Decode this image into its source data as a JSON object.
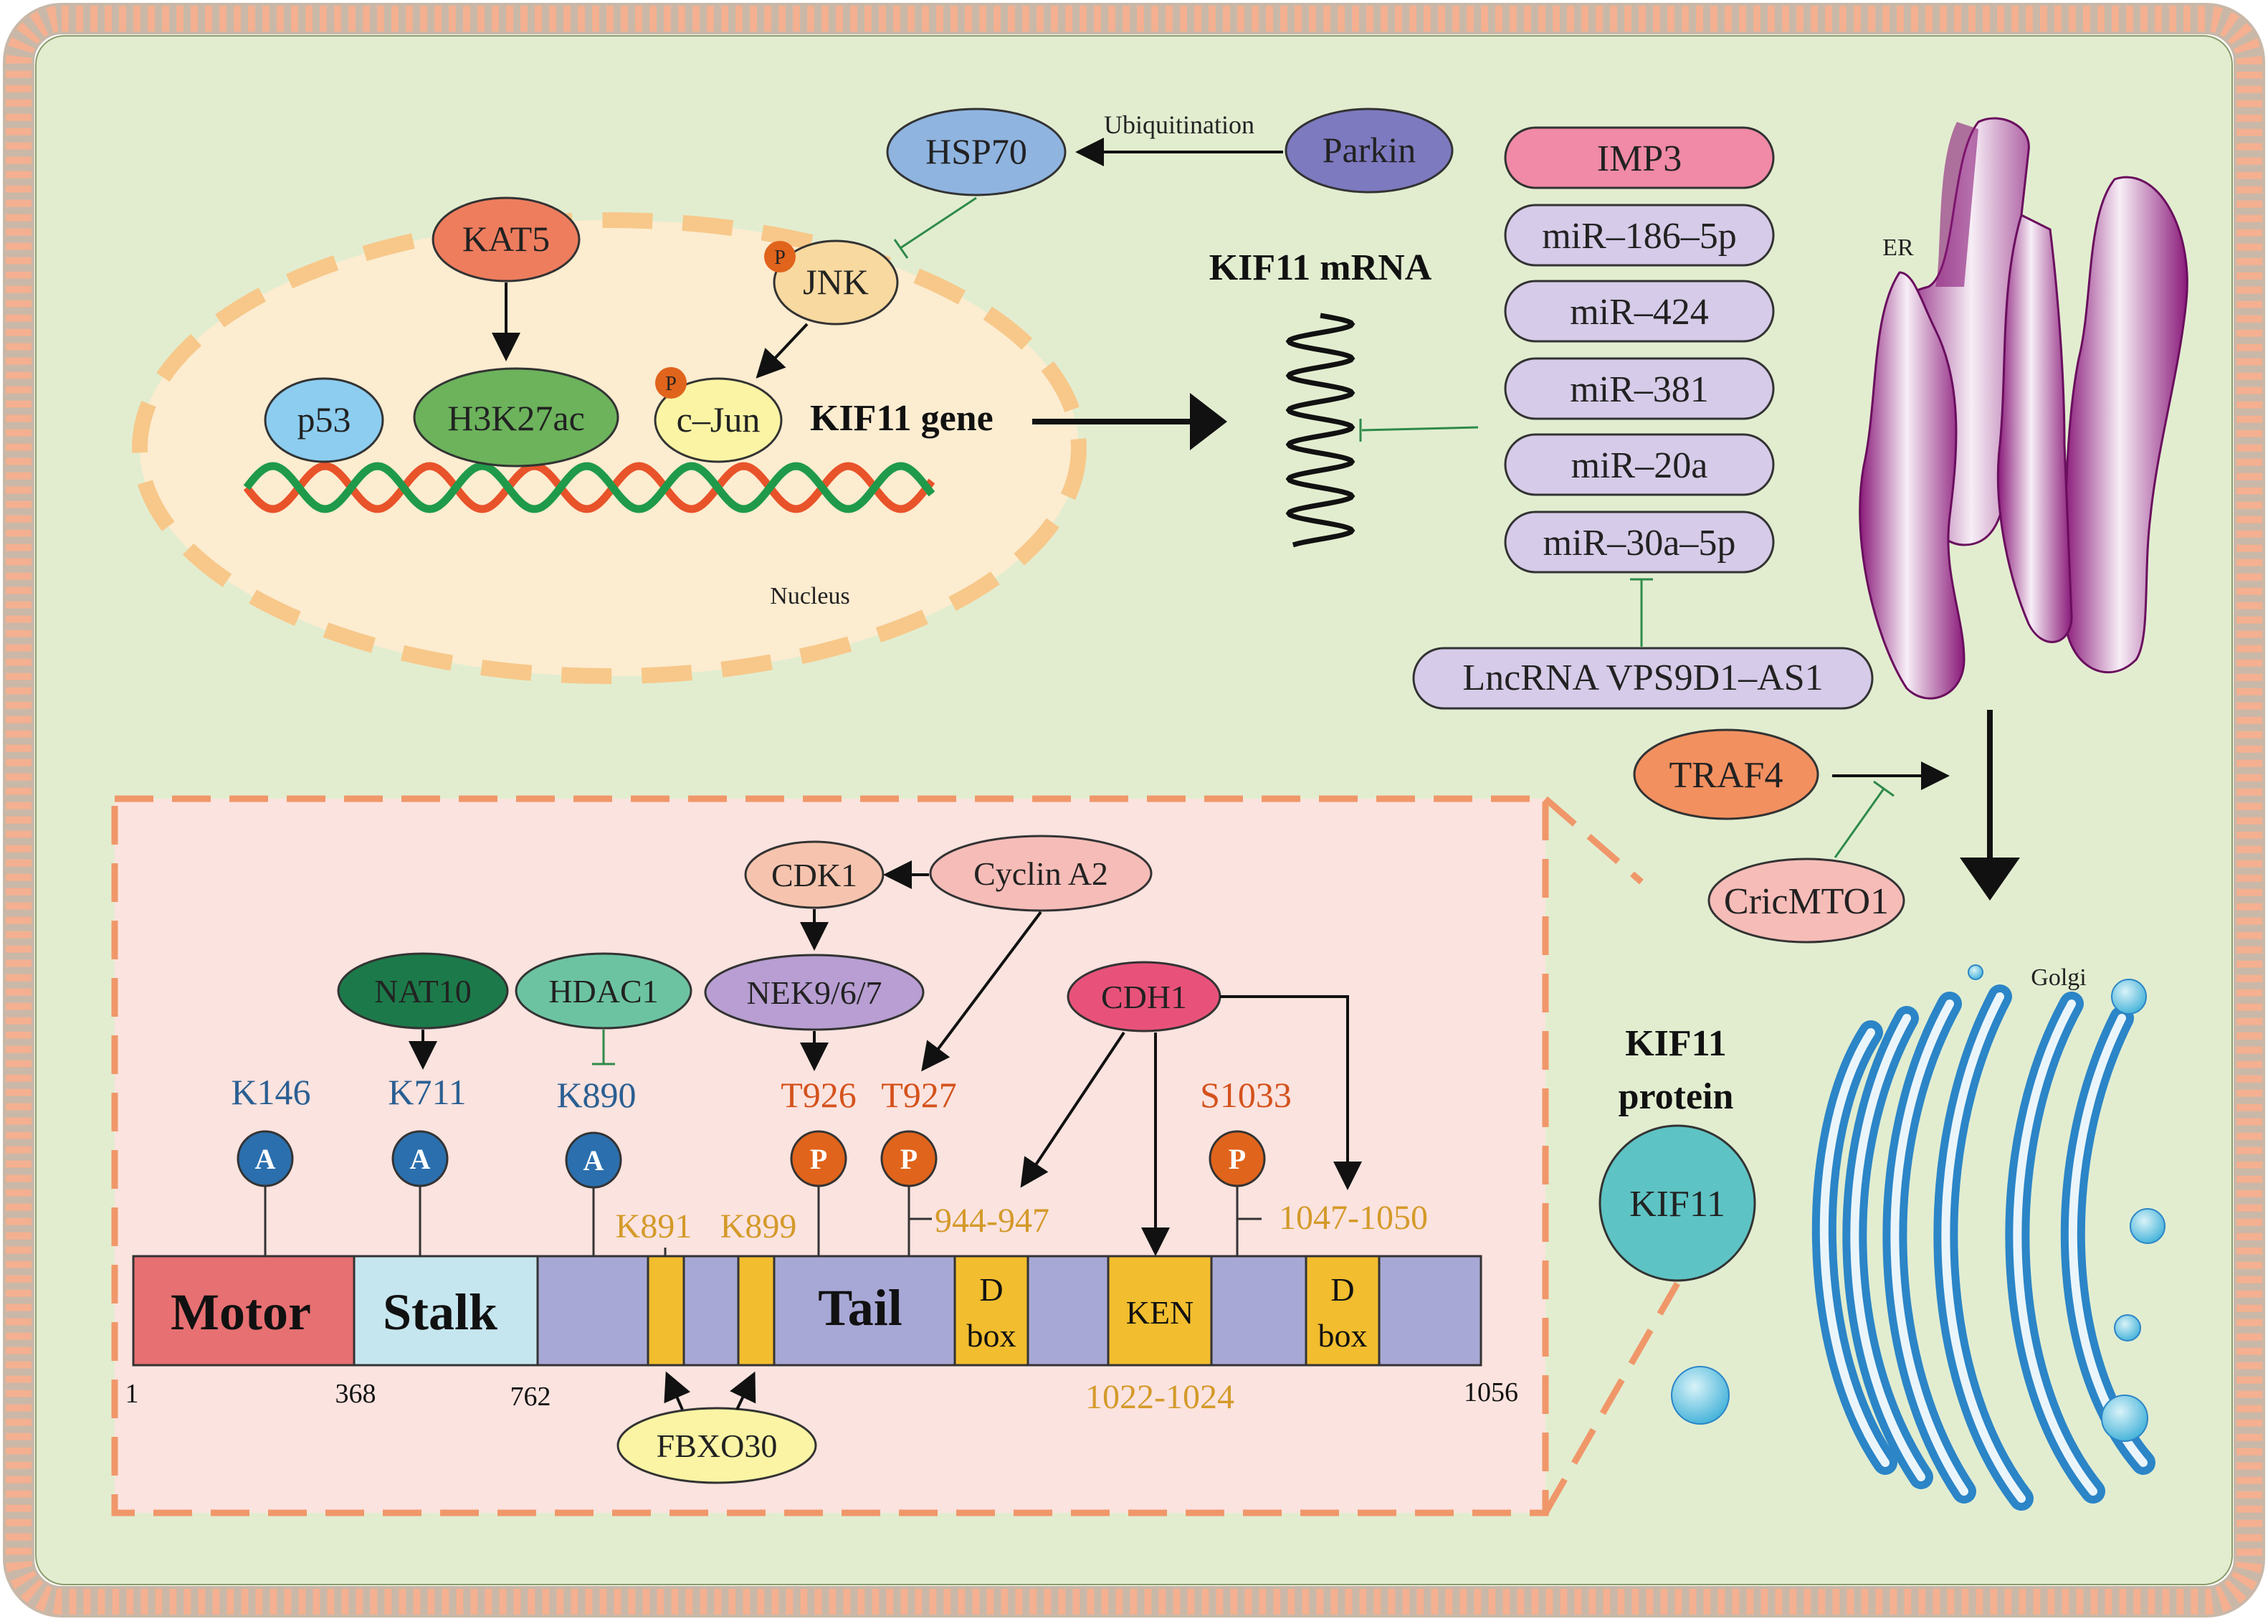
{
  "labels": {
    "ubiquitination": "Ubiquitination",
    "parkin": "Parkin",
    "hsp70": "HSP70",
    "kat5": "KAT5",
    "jnk": "JNK",
    "h3k27ac": "H3K27ac",
    "p53": "p53",
    "cjun": "c–Jun",
    "kif11_gene": "KIF11 gene",
    "nucleus": "Nucleus",
    "kif11_mrna": "KIF11 mRNA",
    "lncrna": "LncRNA VPS9D1–AS1",
    "er": "ER",
    "golgi": "Golgi",
    "traf4": "TRAF4",
    "cricmto1": "CricMTO1",
    "kif11_protein_line1": "KIF11",
    "kif11_protein_line2": "protein",
    "kif11_circle": "KIF11",
    "phospho_mark": "P"
  },
  "mirnas": [
    "IMP3",
    "miR–186–5p",
    "miR–424",
    "miR–381",
    "miR–20a",
    "miR–30a–5p"
  ],
  "upstream": {
    "cyclin_a2": "Cyclin A2",
    "cdk1": "CDK1",
    "nek": "NEK9/6/7",
    "nat10": "NAT10",
    "hdac1": "HDAC1",
    "cdh1": "CDH1",
    "fbxo30": "FBXO30"
  },
  "sites": {
    "k146": "K146",
    "k711": "K711",
    "k890": "K890",
    "t926": "T926",
    "t927": "T927",
    "s1033": "S1033",
    "k891": "K891",
    "k899": "K899",
    "r944": "944-947",
    "r1047": "1047-1050",
    "r1022": "1022-1024",
    "acetyl_mark": "A",
    "phos_mark": "P"
  },
  "domains": {
    "motor": "Motor",
    "stalk": "Stalk",
    "tail": "Tail",
    "dbox_line1": "D",
    "dbox_line2": "box",
    "ken": "KEN"
  },
  "positions": [
    "1",
    "368",
    "762",
    "1056"
  ],
  "colors": {
    "background": "#e2edd0",
    "nucleus_fill": "#fcecd0",
    "nucleus_border": "#f7c88a",
    "inset_fill": "#fbe3df",
    "inset_border": "#f0976a",
    "membrane": "#f4b090",
    "acetyl_blue": "#2b6fae",
    "phospho_orange": "#e0641c",
    "site_blue": "#2a5f92",
    "site_orange": "#d4521c",
    "site_gold": "#d49a2a",
    "motor": "#e77072",
    "stalk": "#c6e6ef",
    "body": "#a8a8d6",
    "box": "#f2bd2e"
  }
}
